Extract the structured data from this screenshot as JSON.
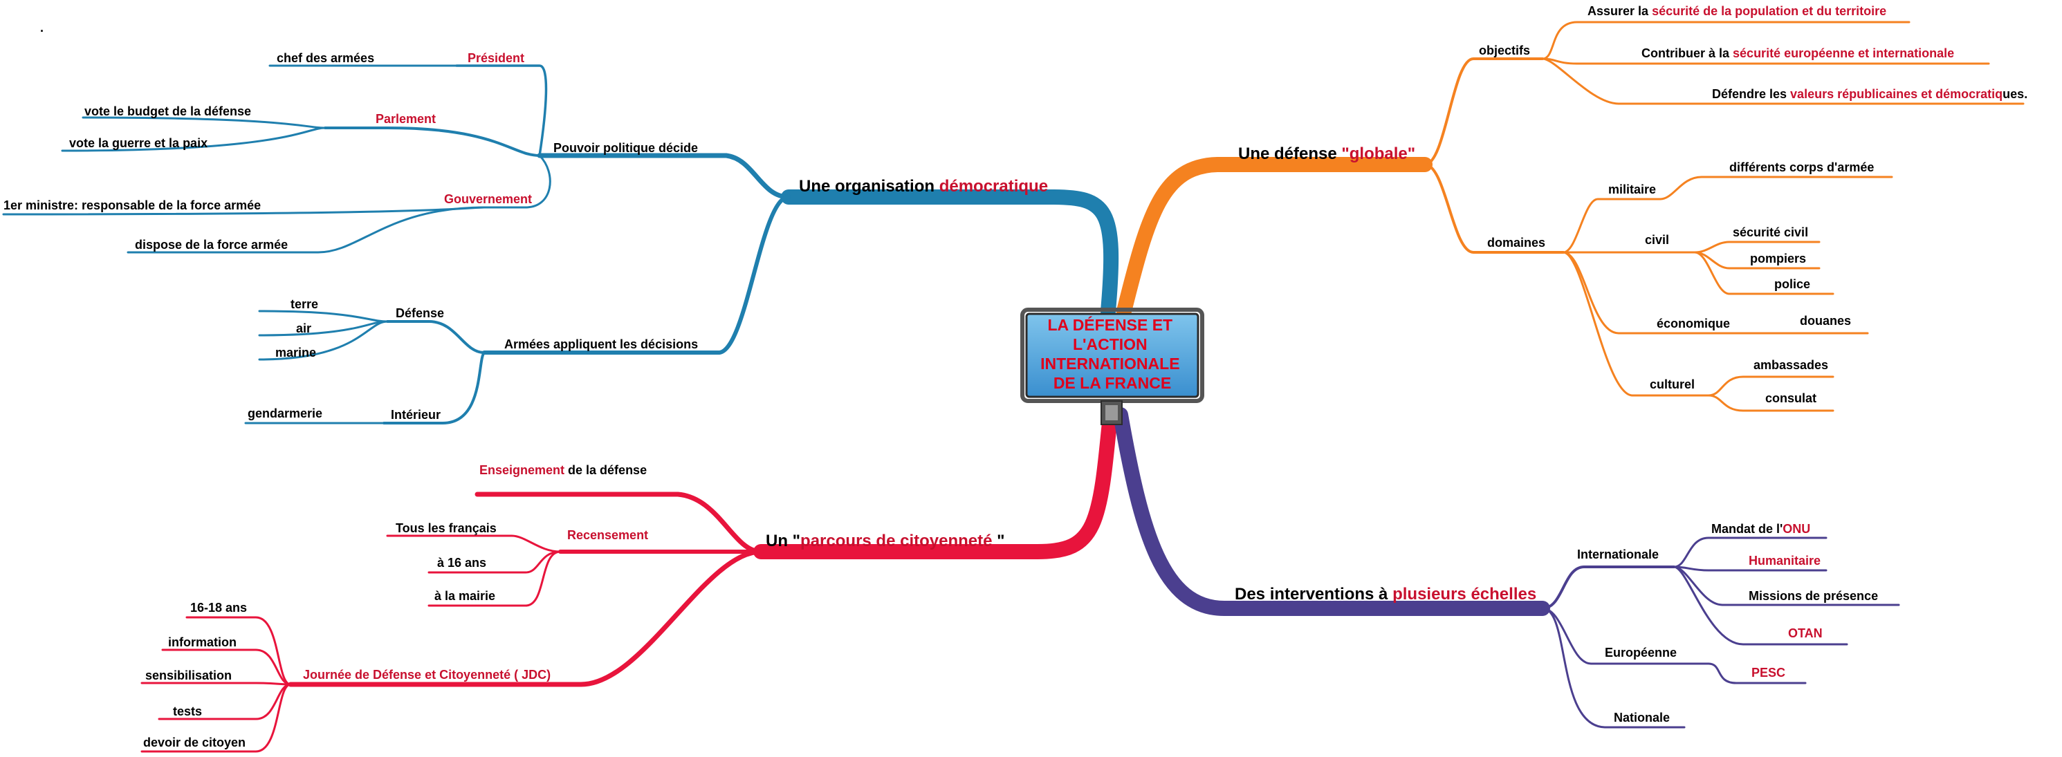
{
  "corner_mark": ".",
  "center": {
    "lines": [
      "LA DÉFENSE ET",
      "L'ACTION",
      "INTERNATIONALE",
      "DE LA FRANCE"
    ]
  },
  "colors": {
    "blue": "#1f7fae",
    "orange": "#f58220",
    "red": "#e8143c",
    "purple": "#4b3f8f",
    "text_red": "#c8102e"
  },
  "blue": {
    "branch": {
      "pre": "Une organisation ",
      "red": "démocratique"
    },
    "pouvoir": "Pouvoir politique décide",
    "president": "Président",
    "chef": "chef des armées",
    "parlement": "Parlement",
    "budget": "vote le budget de la défense",
    "guerre": "vote la guerre et la paix",
    "gouvernement": "Gouvernement",
    "ministre": "1er ministre: responsable de la force armée",
    "dispose": "dispose de la force armée",
    "armees": "Armées appliquent les décisions",
    "defense": "Défense",
    "terre": "terre",
    "air": "air",
    "marine": "marine",
    "interieur": "Intérieur",
    "gendarmerie": "gendarmerie"
  },
  "orange": {
    "branch": {
      "pre": "Une défense  ",
      "red": "\"globale\""
    },
    "objectifs": "objectifs",
    "obj1": {
      "pre": "Assurer la ",
      "red": "sécurité de la population et du territoire"
    },
    "obj2": {
      "pre": "Contribuer à la  ",
      "red": "sécurité européenne et internationale"
    },
    "obj3": {
      "pre": "Défendre les  ",
      "red": "valeurs républicaines et démocratiq",
      "post": "ues."
    },
    "domaines": "domaines",
    "militaire": "militaire",
    "corps": "différents corps d'armée",
    "civil": "civil",
    "securite_civil": "sécurité civil",
    "pompiers": "pompiers",
    "police": "police",
    "economique": "économique",
    "douanes": "douanes",
    "culturel": "culturel",
    "ambassades": "ambassades",
    "consulat": "consulat"
  },
  "red": {
    "branch": {
      "pre": "Un \"",
      "red": "parcours de citoyenneté",
      "post": " \""
    },
    "enseignement": {
      "red": "Enseignement",
      "post": " de la défense"
    },
    "recensement": "Recensement",
    "tous": "Tous les français",
    "age16": "à 16 ans",
    "mairie": "à la mairie",
    "jdc": "Journée de Défense et Citoyenneté ( JDC)",
    "ages": "16-18 ans",
    "information": "information",
    "sensibilisation": "sensibilisation",
    "tests": "tests",
    "devoir": "devoir de citoyen"
  },
  "purple": {
    "branch": {
      "pre": "Des interventions à  ",
      "red": "plusieurs échelles"
    },
    "internationale": "Internationale",
    "mandat": {
      "pre": "Mandat de l'",
      "red": "ONU"
    },
    "humanitaire": "Humanitaire",
    "missions": "Missions de présence",
    "otan": "OTAN",
    "europeenne": "Européenne",
    "pesc": "PESC",
    "nationale": "Nationale"
  }
}
